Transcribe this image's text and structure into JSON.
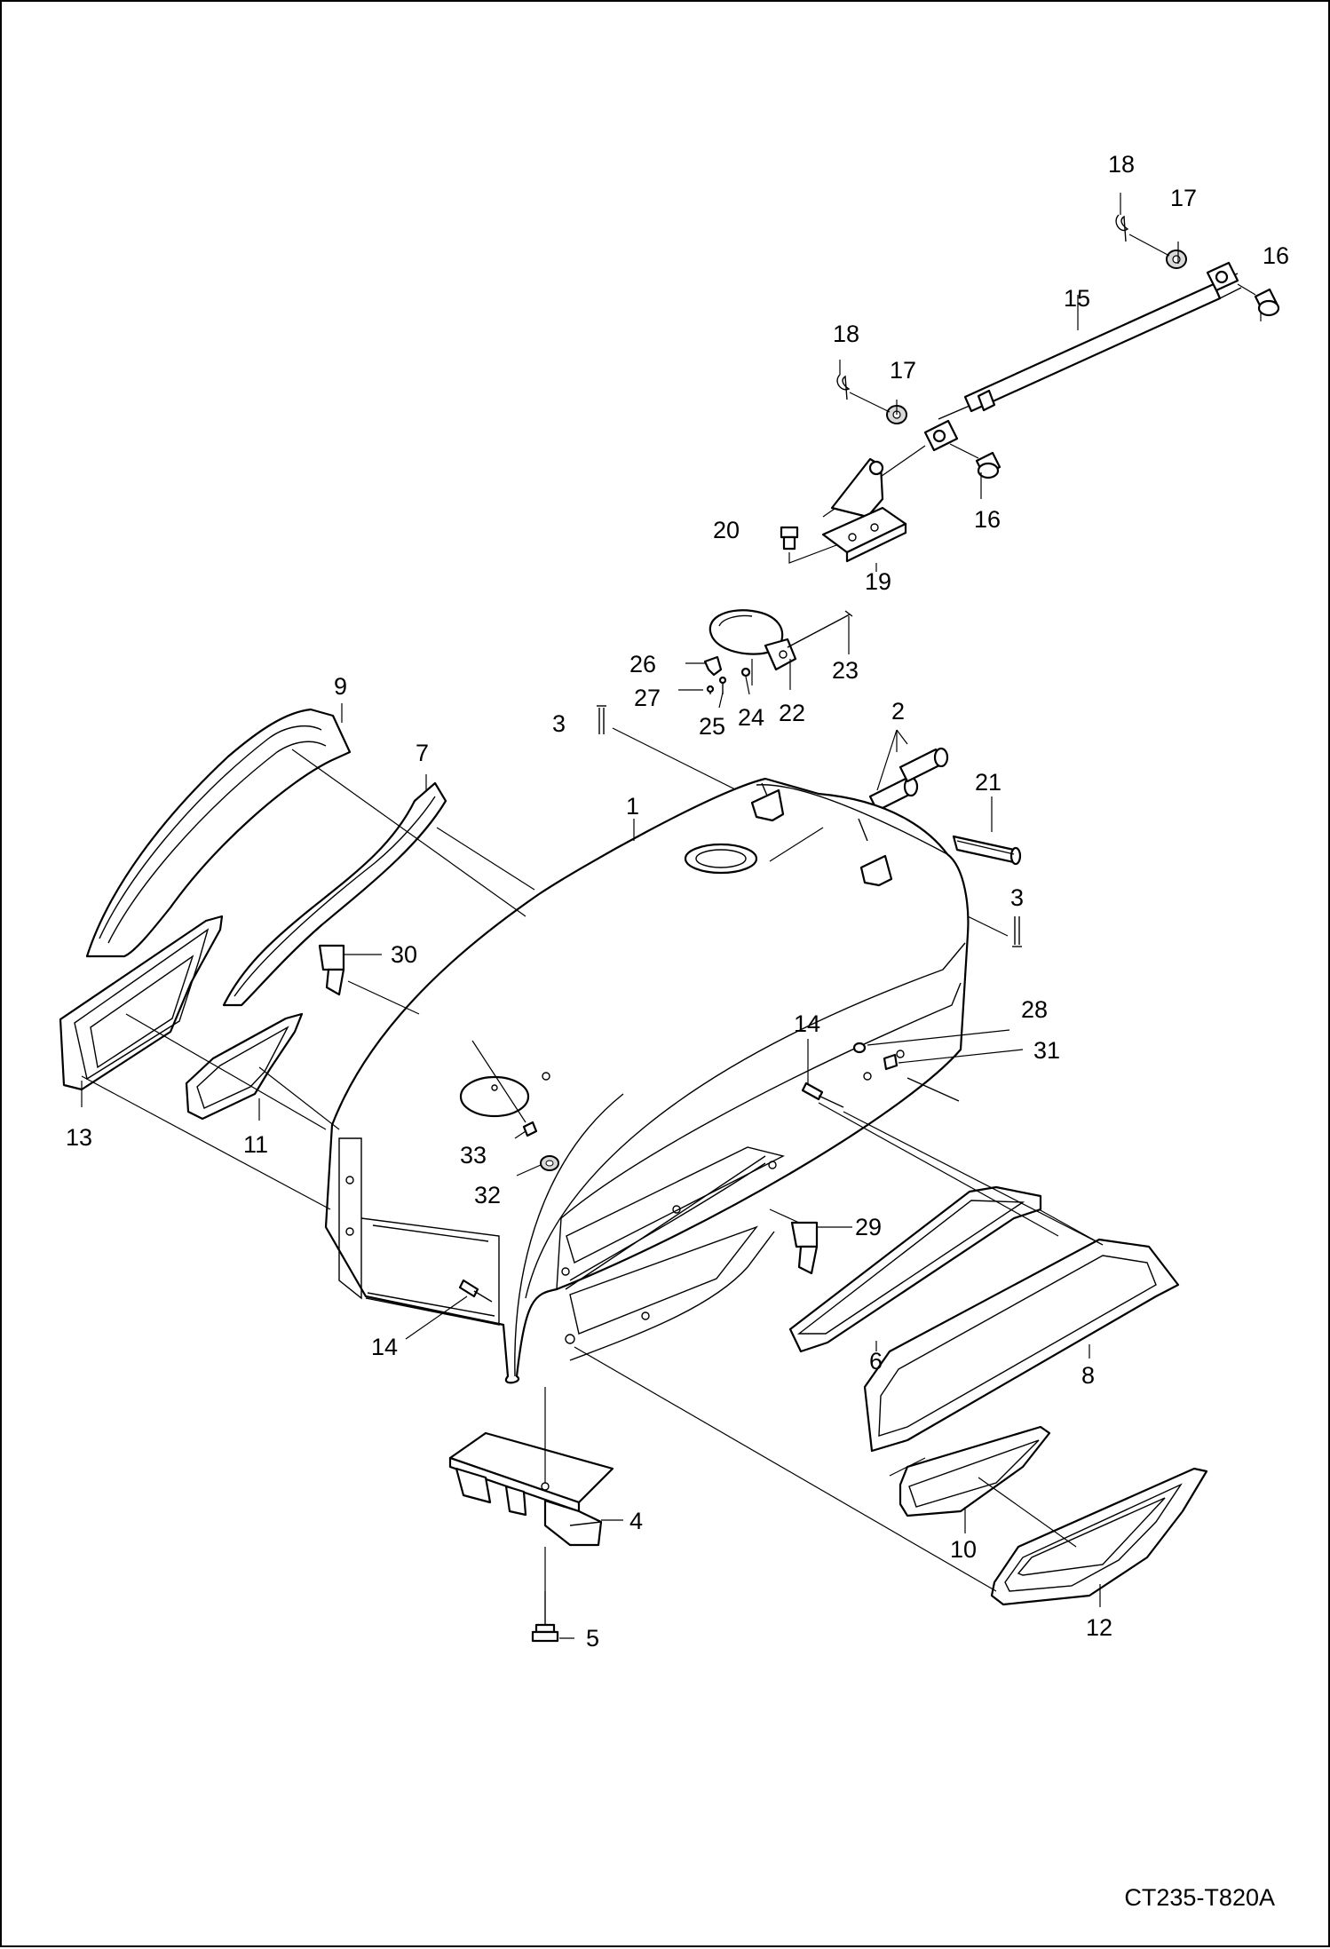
{
  "figure_code": "CT235-T820A",
  "labels": {
    "c1": "1",
    "c2": "2",
    "c3a": "3",
    "c3b": "3",
    "c4": "4",
    "c5": "5",
    "c6": "6",
    "c7": "7",
    "c8": "8",
    "c9": "9",
    "c10": "10",
    "c11": "11",
    "c12": "12",
    "c13": "13",
    "c14a": "14",
    "c14b": "14",
    "c15": "15",
    "c16a": "16",
    "c16b": "16",
    "c17a": "17",
    "c17b": "17",
    "c18a": "18",
    "c18b": "18",
    "c19": "19",
    "c20": "20",
    "c21": "21",
    "c22": "22",
    "c23": "23",
    "c24": "24",
    "c25": "25",
    "c26": "26",
    "c27": "27",
    "c28": "28",
    "c29": "29",
    "c30": "30",
    "c31": "31",
    "c32": "32",
    "c33": "33"
  }
}
